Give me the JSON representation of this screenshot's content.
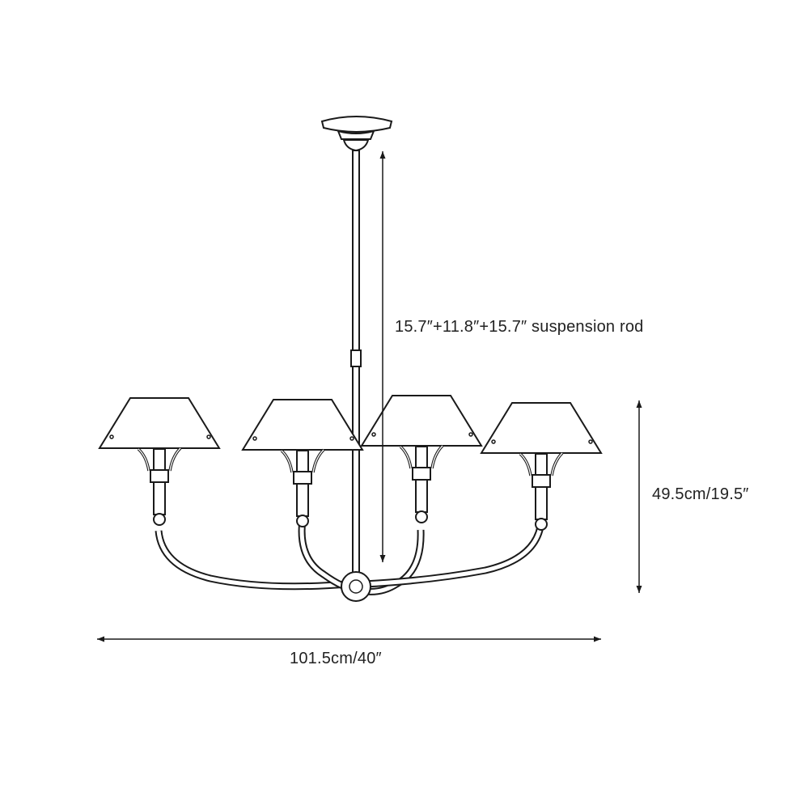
{
  "title": "Four-light chandelier dimension drawing",
  "dimensions": {
    "rod_label": "15.7″+11.8″+15.7″ suspension rod",
    "height_label": "49.5cm/19.5″",
    "width_label": "101.5cm/40″"
  },
  "colors": {
    "line": "#1a1a1a",
    "background": "#ffffff"
  }
}
